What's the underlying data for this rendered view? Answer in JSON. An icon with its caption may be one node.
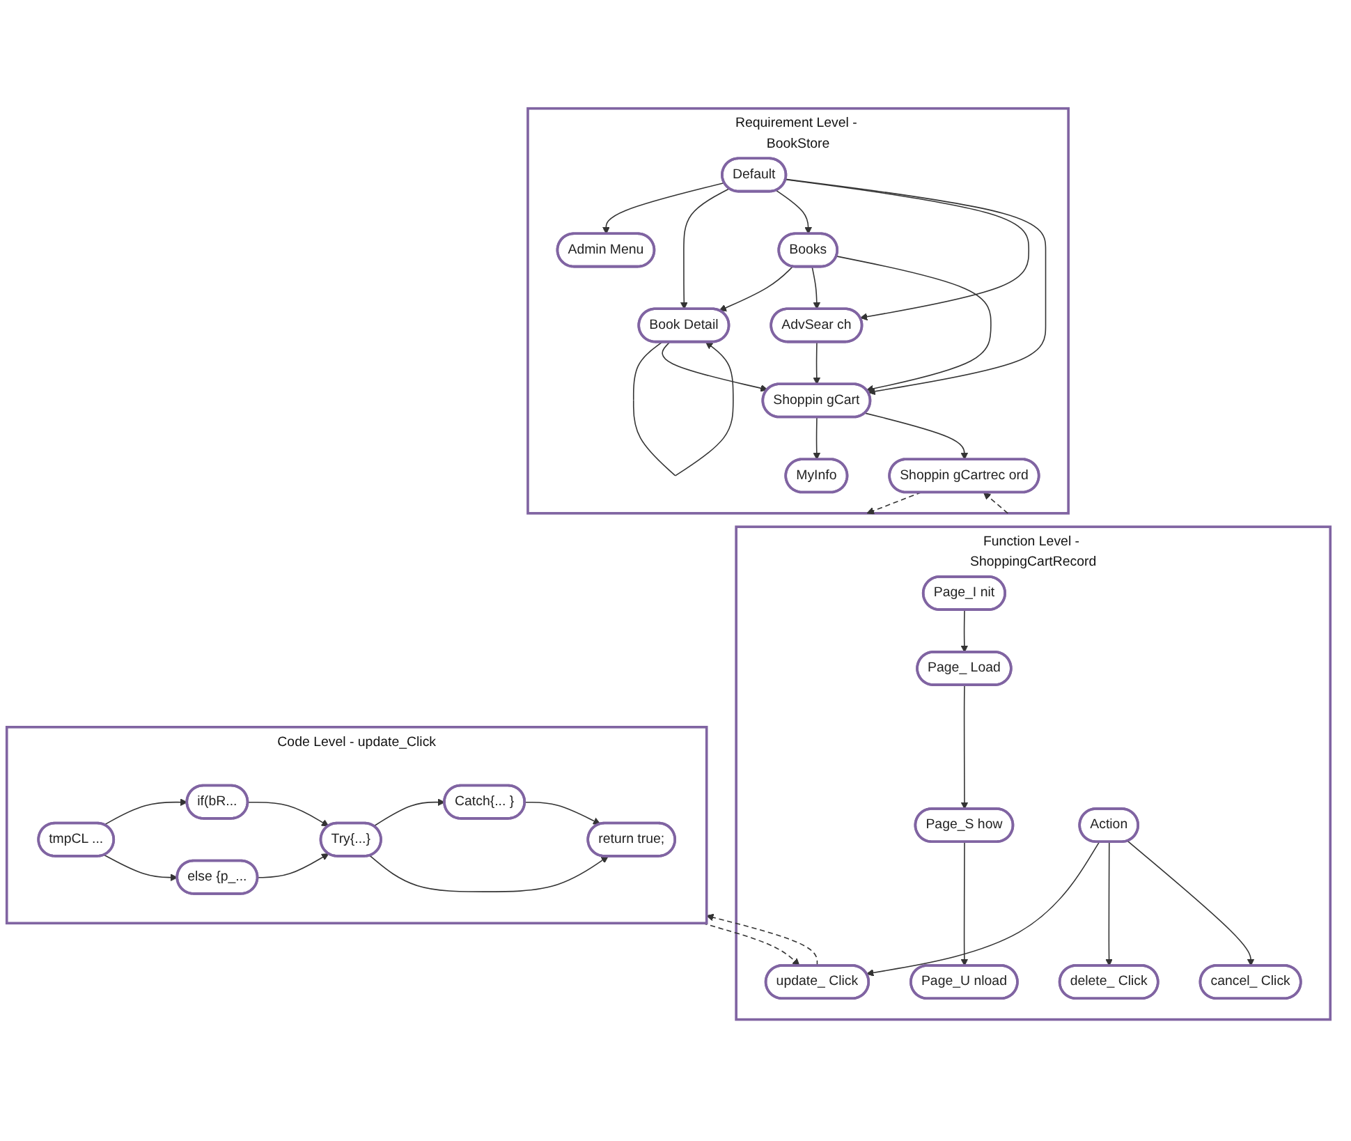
{
  "diagram": {
    "nodes": [
      {
        "text": [
          "Requirement Level - BookStore"
        ]
      },
      {
        "text": [
          "Admin Menu"
        ],
        "in": 0
      },
      {
        "text": [
          "Default"
        ],
        "in": 0
      },
      {
        "text": [
          "Book Detail"
        ],
        "in": 0
      },
      {
        "text": [
          "Books"
        ],
        "in": 0
      },
      {
        "text": [
          "AdvSear ch"
        ],
        "in": 0
      },
      {
        "text": [
          "Shoppin gCart"
        ],
        "in": 0
      },
      {
        "text": [
          "MyInfo"
        ],
        "in": 0
      },
      {
        "text": [
          "Shoppin gCartrec ord"
        ],
        "in": 0
      },
      {
        "text": [
          "Function Level - ShoppingCartRecord"
        ]
      },
      {
        "text": [
          "Page_I nit"
        ],
        "in": 9
      },
      {
        "text": [
          "Page_ Load"
        ],
        "in": 9
      },
      {
        "text": [
          "Page_S how"
        ],
        "in": 9
      },
      {
        "text": [
          "Page_U nload"
        ],
        "in": 9
      },
      {
        "text": [
          "Action"
        ],
        "in": 9
      },
      {
        "text": [
          "update_ Click"
        ],
        "in": 9
      },
      {
        "text": [
          "delete_ Click"
        ],
        "in": 9
      },
      {
        "text": [
          "cancel_ Click"
        ],
        "in": 9
      },
      {
        "text": [
          "Code Level - update_Click"
        ]
      },
      {
        "text": [
          "tmpCL ..."
        ],
        "in": 18
      },
      {
        "text": [
          "if(bR..."
        ],
        "in": 18
      },
      {
        "text": [
          "else {p_..."
        ],
        "in": 18
      },
      {
        "text": [
          "Try{...}"
        ],
        "in": 18
      },
      {
        "text": [
          "Catch{... }"
        ],
        "in": 18
      },
      {
        "text": [
          "return true;"
        ],
        "in": 18
      }
    ],
    "edges": [
      {
        "from": 2,
        "to": 1,
        "arrow": "to"
      },
      {
        "from": 2,
        "to": 3,
        "arrow": "to"
      },
      {
        "from": 2,
        "to": 4,
        "arrow": "to"
      },
      {
        "from": 2,
        "to": 5,
        "arrow": "to"
      },
      {
        "from": 2,
        "to": 6,
        "arrow": "to"
      },
      {
        "from": 3,
        "to": 3,
        "arrow": "to"
      },
      {
        "from": 4,
        "to": 3,
        "arrow": "to"
      },
      {
        "from": 4,
        "to": 5,
        "arrow": "to"
      },
      {
        "from": 3,
        "to": 6,
        "arrow": "to"
      },
      {
        "from": 4,
        "to": 6,
        "arrow": "to"
      },
      {
        "from": 5,
        "to": 6,
        "arrow": "to"
      },
      {
        "from": 6,
        "to": 7,
        "arrow": "to"
      },
      {
        "from": 6,
        "to": 8,
        "arrow": "to"
      },
      {
        "from": 8,
        "to": 9,
        "arrow": "to",
        "style": "dashed"
      },
      {
        "from": 9,
        "to": 8,
        "arrow": "to",
        "style": "dashed"
      },
      {
        "from": 10,
        "to": 11,
        "arrow": "to"
      },
      {
        "from": 11,
        "to": 12,
        "arrow": "to"
      },
      {
        "from": 12,
        "to": 13,
        "arrow": "to"
      },
      {
        "from": 14,
        "to": 15,
        "arrow": "to"
      },
      {
        "from": 14,
        "to": 16,
        "arrow": "to"
      },
      {
        "from": 14,
        "to": 17,
        "arrow": "to"
      },
      {
        "from": 15,
        "to": 18,
        "arrow": "to",
        "style": "dashed"
      },
      {
        "from": 18,
        "to": 15,
        "arrow": "to",
        "style": "dashed"
      },
      {
        "from": 19,
        "to": 20,
        "arrow": "to"
      },
      {
        "from": 20,
        "to": 22,
        "arrow": "to"
      },
      {
        "from": 19,
        "to": 21,
        "arrow": "to"
      },
      {
        "from": 21,
        "to": 22,
        "arrow": "to"
      },
      {
        "from": 22,
        "to": 23,
        "arrow": "to"
      },
      {
        "from": 23,
        "to": 24,
        "arrow": "to"
      },
      {
        "from": 22,
        "to": 24,
        "arrow": "to"
      }
    ]
  }
}
